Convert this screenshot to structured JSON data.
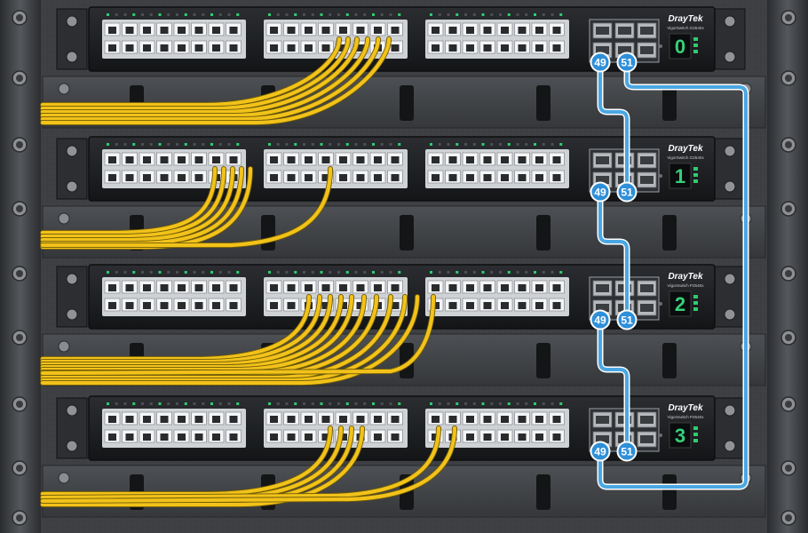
{
  "brand": "DrayTek",
  "switches": [
    {
      "model": "VigorSwitch G2540x",
      "unit_number": "0",
      "uplink_ports": [
        "49",
        "51"
      ]
    },
    {
      "model": "VigorSwitch G2540x",
      "unit_number": "1",
      "uplink_ports": [
        "49",
        "51"
      ]
    },
    {
      "model": "VigorSwitch P2540x",
      "unit_number": "2",
      "uplink_ports": [
        "49",
        "51"
      ]
    },
    {
      "model": "VigorSwitch P2540x",
      "unit_number": "3",
      "uplink_ports": [
        "49",
        "51"
      ]
    }
  ],
  "colors": {
    "rack": "#3b3d40",
    "switch_body": "#1f2124",
    "port_bezel": "#e6e8ea",
    "patch_cable": "#f2c21a",
    "stack_cable": "#4aa7e3",
    "port_badge": "#2f8fd8",
    "status_led": "#2ecc71"
  }
}
